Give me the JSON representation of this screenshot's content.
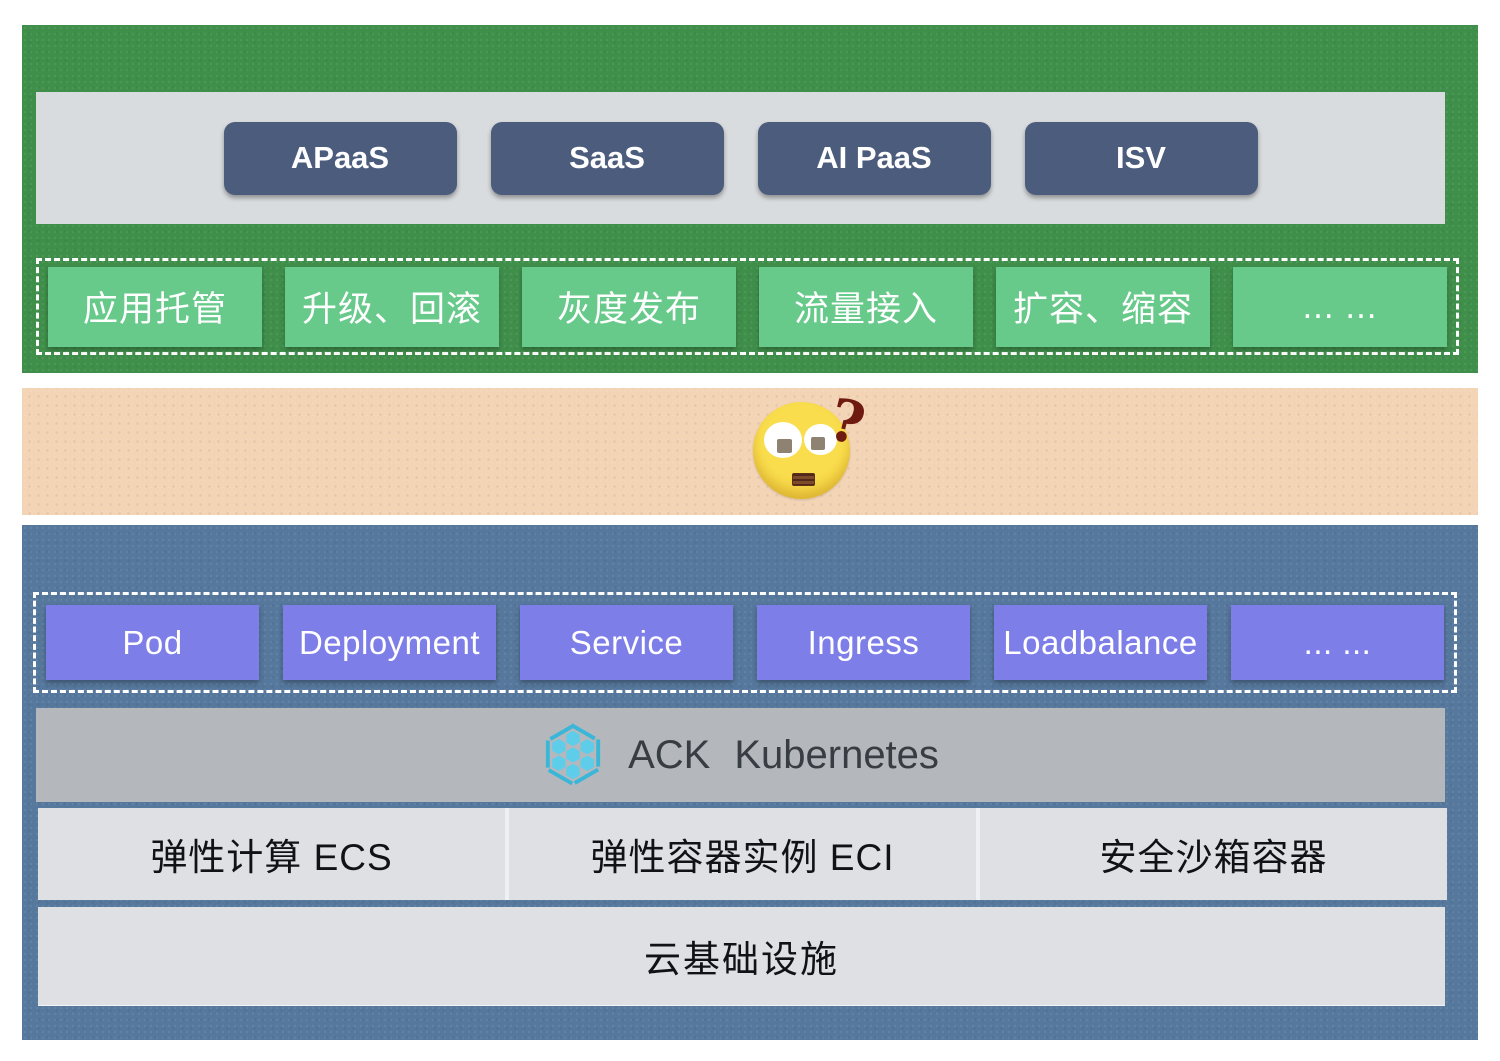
{
  "colors": {
    "page_bg": "#ffffff",
    "green_section": "#3f8f4b",
    "green_box": "#67c98a",
    "paas_band": "#d9dcde",
    "paas_button": "#4c5c7c",
    "peach_band": "#f3d4b5",
    "blue_section": "#56789d",
    "resource_box": "#7e7ee9",
    "ack_band": "#b4b8bc",
    "ack_icon": "#45c0e2",
    "infra_box": "#dee0e3",
    "dashed_border": "#ffffff",
    "emoji_face": "#f5d843",
    "question_mark_color": "#6e1a10"
  },
  "icons": {
    "ack_logo": "hexagonal-cube-logo",
    "emoji": "confused-face-with-question-mark"
  },
  "top": {
    "platform_buttons": [
      "APaaS",
      "SaaS",
      "AI PaaS",
      "ISV"
    ],
    "capabilities": [
      "应用托管",
      "升级、回滚",
      "灰度发布",
      "流量接入",
      "扩容、缩容",
      "... ..."
    ]
  },
  "middle": {
    "question_mark": "?"
  },
  "bottom": {
    "resources": [
      "Pod",
      "Deployment",
      "Service",
      "Ingress",
      "Loadbalance",
      "... ..."
    ],
    "platform_name": "ACK",
    "platform_product": "Kubernetes",
    "compute_options": [
      "弹性计算 ECS",
      "弹性容器实例 ECI",
      "安全沙箱容器"
    ],
    "foundation_label": "云基础设施"
  }
}
